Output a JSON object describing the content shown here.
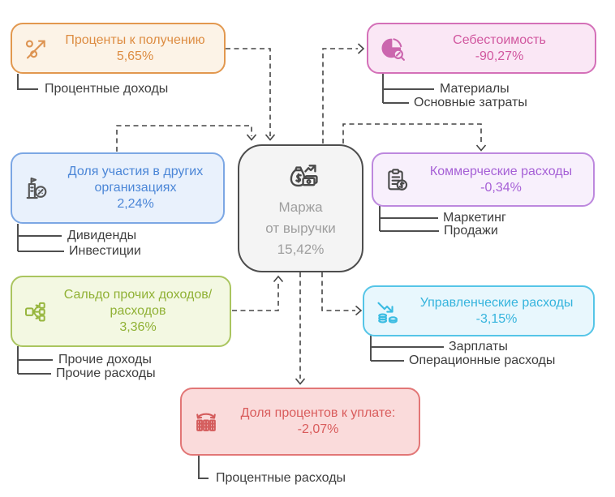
{
  "background": "#ffffff",
  "connector_colors": {
    "dashed": "#454545",
    "solid": "#4f4f4f",
    "label_text": "#3e3e3e"
  },
  "center_node": {
    "title": "Маржа от выручки",
    "title_lines": [
      "Маржа",
      "от выручки"
    ],
    "value": "15,42%",
    "icon": "money-bag-icon",
    "colors": {
      "border": "#4d4d4d",
      "bg": "#f4f4f4",
      "text": "#9e9e9e",
      "icon": "#4a4a4a"
    }
  },
  "nodes": [
    {
      "id": "interest-receivable",
      "title": "Проценты к получению",
      "value": "5,65%",
      "children": [
        "Процентные доходы"
      ],
      "icon": "percent-trend-icon",
      "colors": {
        "border": "#e2984f",
        "bg": "#fcf3e7",
        "text": "#dd8c41",
        "icon": "#dd9453"
      }
    },
    {
      "id": "cost-of-sales",
      "title": "Себестоимость",
      "value": "-90,27%",
      "children": [
        "Материалы",
        "Основные затраты"
      ],
      "icon": "pie-search-icon",
      "colors": {
        "border": "#d470b8",
        "bg": "#fae7f5",
        "text": "#d1579f",
        "icon": "#cb66ae"
      }
    },
    {
      "id": "equity-participation",
      "title": "Доля участия в других организациях",
      "value": "2,24%",
      "children": [
        "Дивиденды",
        "Инвестиции"
      ],
      "icon": "building-percent-icon",
      "colors": {
        "border": "#7ca7e4",
        "bg": "#e9f1fc",
        "text": "#4b86d7",
        "icon": "#555555"
      }
    },
    {
      "id": "commercial-expenses",
      "title": "Коммерческие расходы",
      "value": "-0,34%",
      "children": [
        "Маркетинг",
        "Продажи"
      ],
      "icon": "clipboard-dollar-icon",
      "colors": {
        "border": "#bd88de",
        "bg": "#f8f0fc",
        "text": "#a660d6",
        "icon": "#4a4a4a"
      }
    },
    {
      "id": "other-income-expenses",
      "title": "Сальдо прочих доходов/расходов",
      "value": "3,36%",
      "children": [
        "Прочие доходы",
        "Прочие расходы"
      ],
      "icon": "flow-split-icon",
      "colors": {
        "border": "#aac55f",
        "bg": "#f3f8e2",
        "text": "#90b135",
        "icon": "#97b63e"
      }
    },
    {
      "id": "administrative-expenses",
      "title": "Управленческие расходы",
      "value": "-3,15%",
      "children": [
        "Зарплаты",
        "Операционные расходы"
      ],
      "icon": "coins-decline-icon",
      "colors": {
        "border": "#55c5e7",
        "bg": "#e8f7fd",
        "text": "#35b4dd",
        "icon": "#3bbce2"
      }
    },
    {
      "id": "interest-payable",
      "title": "Доля процентов к уплате:",
      "value": "-2,07%",
      "children": [
        "Процентные расходы"
      ],
      "icon": "bank-columns-swap-icon",
      "colors": {
        "border": "#e27676",
        "bg": "#fadbdb",
        "text": "#d95c5c",
        "icon": "#d45c5c"
      }
    }
  ],
  "links": [
    {
      "from": "Проценты к получению",
      "to": "Маржа от выручки",
      "style": "dashed"
    },
    {
      "from": "Доля участия в других организациях",
      "to": "Маржа от выручки",
      "style": "dashed"
    },
    {
      "from": "Сальдо прочих доходов/расходов",
      "to": "Маржа от выручки",
      "style": "dashed"
    },
    {
      "from": "Маржа от выручки",
      "to": "Себестоимость",
      "style": "dashed"
    },
    {
      "from": "Маржа от выручки",
      "to": "Коммерческие расходы",
      "style": "dashed"
    },
    {
      "from": "Маржа от выручки",
      "to": "Управленческие расходы",
      "style": "dashed"
    },
    {
      "from": "Маржа от выручки",
      "to": "Доля процентов к уплате:",
      "style": "dashed"
    }
  ]
}
